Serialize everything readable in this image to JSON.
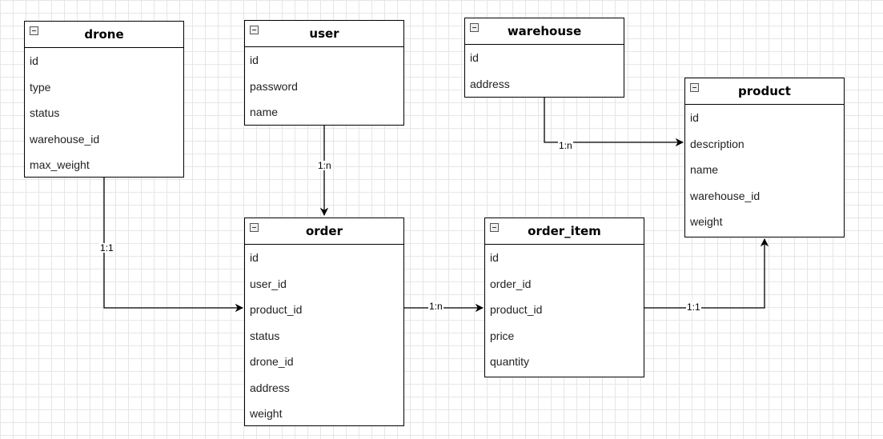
{
  "entities": {
    "drone": {
      "title": "drone",
      "fields": [
        "id",
        "type",
        "status",
        "warehouse_id",
        "max_weight"
      ]
    },
    "user": {
      "title": "user",
      "fields": [
        "id",
        "password",
        "name"
      ]
    },
    "warehouse": {
      "title": "warehouse",
      "fields": [
        "id",
        "address"
      ]
    },
    "product": {
      "title": "product",
      "fields": [
        "id",
        "description",
        "name",
        "warehouse_id",
        "weight"
      ]
    },
    "order": {
      "title": "order",
      "fields": [
        "id",
        "user_id",
        "product_id",
        "status",
        "drone_id",
        "address",
        "weight"
      ]
    },
    "order_item": {
      "title": "order_item",
      "fields": [
        "id",
        "order_id",
        "product_id",
        "price",
        "quantity"
      ]
    }
  },
  "relations": {
    "user_order": {
      "label": "1:n"
    },
    "warehouse_product": {
      "label": "1:n"
    },
    "drone_order": {
      "label": "1:1"
    },
    "order_order_item": {
      "label": "1:n"
    },
    "order_item_product": {
      "label": "1:1"
    }
  },
  "colors": {
    "line": "#000000",
    "border": "#000000",
    "grid": "#e6e6e6",
    "background": "#ffffff"
  }
}
